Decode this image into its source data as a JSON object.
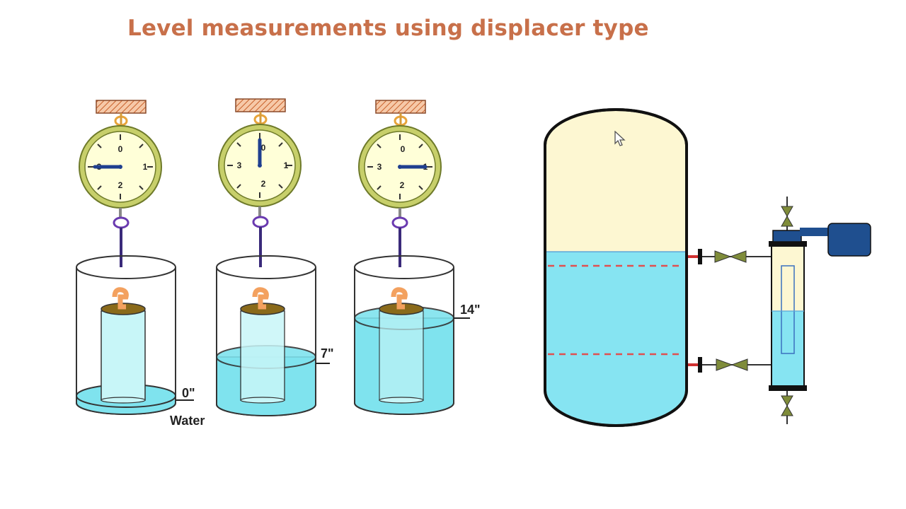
{
  "title": "Level measurements using displacer type",
  "colors": {
    "title": "#c8704a",
    "water": "#7fe3ee",
    "vessel_fill": "#fdf7d2",
    "vessel_water": "#86e4f2",
    "dial_face": "#ffffd8",
    "dial_ring": "#c7cf6a",
    "needle": "#1f3f8f",
    "hanger": "#f3a15f",
    "rod": "#3a2a7a",
    "valve": "#7f8c3a",
    "transmitter": "#1f4f8f",
    "dashed_line": "#e05050"
  },
  "gauges": [
    {
      "dial_numbers": [
        "0",
        "1",
        "2",
        "3"
      ],
      "level_label": "0\"",
      "medium_label": "Water",
      "needle_reading": 3.0,
      "water_fraction": 0.0
    },
    {
      "dial_numbers": [
        "0",
        "1",
        "2",
        "3"
      ],
      "level_label": "7\"",
      "needle_reading": 0.0,
      "water_fraction": 0.5
    },
    {
      "dial_numbers": [
        "0",
        "1",
        "2",
        "3"
      ],
      "level_label": "14\"",
      "needle_reading": 1.0,
      "water_fraction": 1.0
    }
  ],
  "vessel": {
    "liquid_level_fraction": 0.55
  }
}
